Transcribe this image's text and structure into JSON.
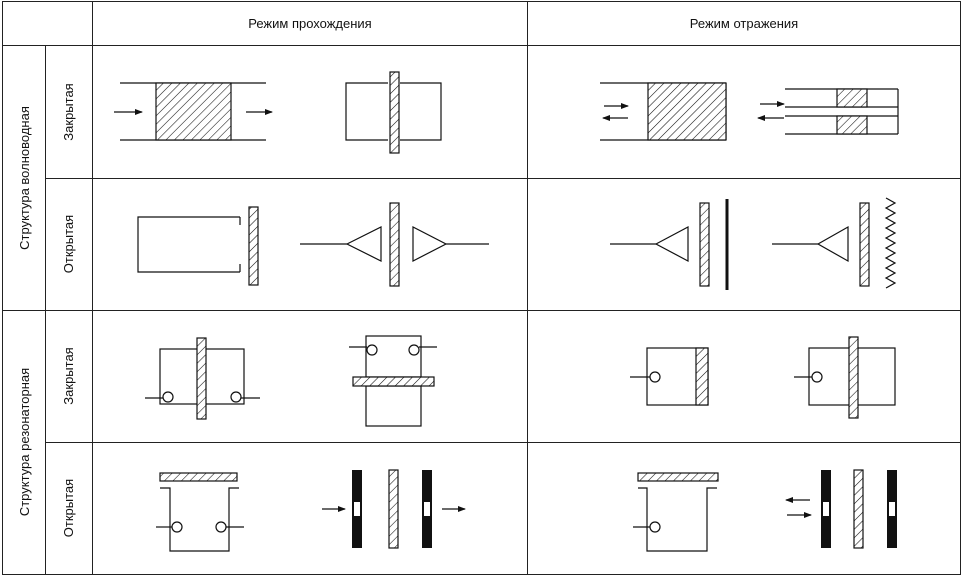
{
  "header": {
    "transmission": "Режим прохождения",
    "reflection": "Режим отражения"
  },
  "groups": {
    "waveguide": "Структура волноводная",
    "resonator": "Структура резонаторная"
  },
  "rows": {
    "closed_1": "Закрытая",
    "open_1": "Открытая",
    "closed_2": "Закрытая",
    "open_2": "Открытая"
  }
}
